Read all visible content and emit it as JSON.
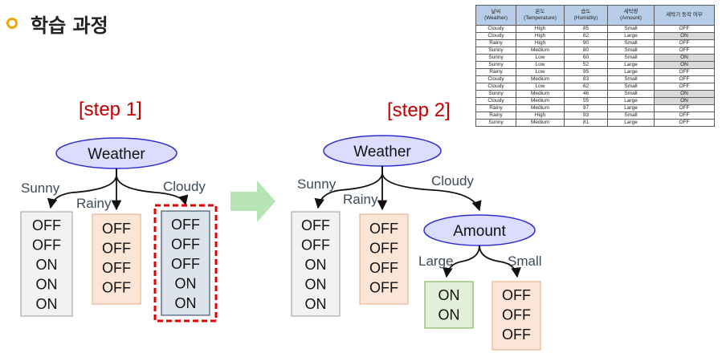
{
  "title": "학습 과정",
  "steps": {
    "step1": "[step 1]",
    "step2": "[step 2]"
  },
  "nodes": {
    "weather": "Weather",
    "amount": "Amount"
  },
  "branches": {
    "sunny": "Sunny",
    "rainy": "Rainy",
    "cloudy": "Cloudy",
    "large": "Large",
    "small": "Small"
  },
  "leaves": {
    "s1_sunny": [
      "OFF",
      "OFF",
      "ON",
      "ON",
      "ON"
    ],
    "s1_rainy": [
      "OFF",
      "OFF",
      "OFF",
      "OFF"
    ],
    "s1_cloudy": [
      "OFF",
      "OFF",
      "OFF",
      "ON",
      "ON"
    ],
    "s2_sunny": [
      "OFF",
      "OFF",
      "ON",
      "ON",
      "ON"
    ],
    "s2_rainy": [
      "OFF",
      "OFF",
      "OFF",
      "OFF"
    ],
    "s2_large": [
      "ON",
      "ON"
    ],
    "s2_small": [
      "OFF",
      "OFF",
      "OFF"
    ]
  },
  "table": {
    "headers": [
      [
        "날씨",
        "(Weather)"
      ],
      [
        "온도",
        "(Temperature)"
      ],
      [
        "습도",
        "(Humidity)"
      ],
      [
        "세탁량",
        "(Amount)"
      ],
      [
        "세탁기 동작 여부"
      ]
    ],
    "rows": [
      [
        "Cloudy",
        "High",
        "85",
        "Small",
        "OFF"
      ],
      [
        "Cloudy",
        "High",
        "82",
        "Large",
        "ON"
      ],
      [
        "Rainy",
        "High",
        "90",
        "Small",
        "OFF"
      ],
      [
        "Sunny",
        "Medium",
        "80",
        "Small",
        "OFF"
      ],
      [
        "Sunny",
        "Low",
        "60",
        "Small",
        "ON"
      ],
      [
        "Sunny",
        "Low",
        "52",
        "Large",
        "ON"
      ],
      [
        "Rainy",
        "Low",
        "95",
        "Large",
        "OFF"
      ],
      [
        "Cloudy",
        "Medium",
        "83",
        "Small",
        "OFF"
      ],
      [
        "Cloudy",
        "Low",
        "62",
        "Small",
        "OFF"
      ],
      [
        "Sunny",
        "Medium",
        "46",
        "Small",
        "ON"
      ],
      [
        "Cloudy",
        "Medium",
        "55",
        "Large",
        "ON"
      ],
      [
        "Rainy",
        "Medium",
        "97",
        "Large",
        "OFF"
      ],
      [
        "Rainy",
        "High",
        "93",
        "Small",
        "OFF"
      ],
      [
        "Sunny",
        "Medium",
        "81",
        "Large",
        "OFF"
      ]
    ]
  },
  "colors": {
    "title_icon": "#f2a500",
    "step_label": "#c00000",
    "node_fill": "#dcdcff",
    "node_stroke": "#2f2fd0",
    "branch_label": "#3c4a5a",
    "leaf_gray": "#f2f2f2",
    "leaf_orange": "#fbe5d6",
    "leaf_green": "#e2f0d9",
    "leaf_blue_gray": "#dde3ea",
    "highlight_dash": "#e00000",
    "arrow": "#b6e4b4",
    "table_header": "#b7cde8",
    "table_on": "#d9d9d9"
  }
}
